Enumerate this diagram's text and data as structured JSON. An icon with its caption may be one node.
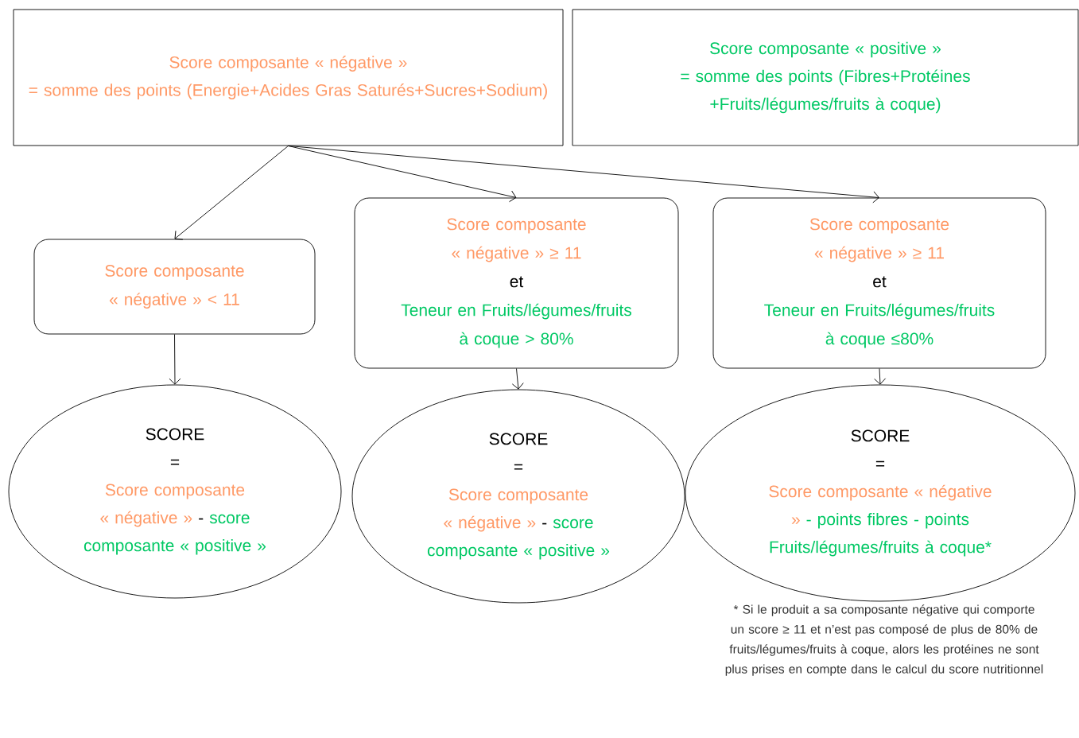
{
  "diagram": {
    "nodes": [
      {
        "text": [
          "Score composante « négative »",
          "= somme des points (Energie+Acides Gras Saturés+Sucres+Sodium)"
        ]
      },
      {
        "text": [
          "Score composante « positive »",
          "= somme des points (Fibres+Protéines +Fruits/légumes/fruits à coque)"
        ]
      },
      {
        "text": [
          "Score composante « négative » < 11"
        ]
      },
      {
        "text": [
          "Score composante « négative » ≥ 11",
          "et",
          "Teneur en Fruits/légumes/fruits à coque > 80%"
        ]
      },
      {
        "text": [
          "Score composante « négative » ≥ 11",
          "et",
          "Teneur en Fruits/légumes/fruits à coque ≤80%"
        ]
      },
      {
        "text": [
          "SCORE",
          "=",
          "Score composante « négative »",
          "-",
          "score composante « positive »"
        ]
      },
      {
        "text": [
          "SCORE",
          "=",
          "Score composante « négative »",
          "-",
          "score composante « positive »"
        ]
      },
      {
        "text": [
          "SCORE",
          "=",
          "Score composante « négative »",
          "- points fibres - points Fruits/légumes/fruits à coque*"
        ]
      }
    ],
    "edges": [
      {
        "from": 0,
        "to": 2,
        "arrow": "to"
      },
      {
        "from": 0,
        "to": 3,
        "arrow": "to"
      },
      {
        "from": 0,
        "to": 4,
        "arrow": "to"
      },
      {
        "from": 2,
        "to": 5,
        "arrow": "to"
      },
      {
        "from": 3,
        "to": 6,
        "arrow": "to"
      },
      {
        "from": 4,
        "to": 7,
        "arrow": "to"
      }
    ],
    "labels": [
      "* Si le produit a sa composante négative qui comporte un score ≥ 11 et n’est pas composé de plus de 80% de fruits/légumes/fruits à coque, alors les protéines ne sont plus prises en compte dans le calcul du score nutritionnel"
    ]
  }
}
